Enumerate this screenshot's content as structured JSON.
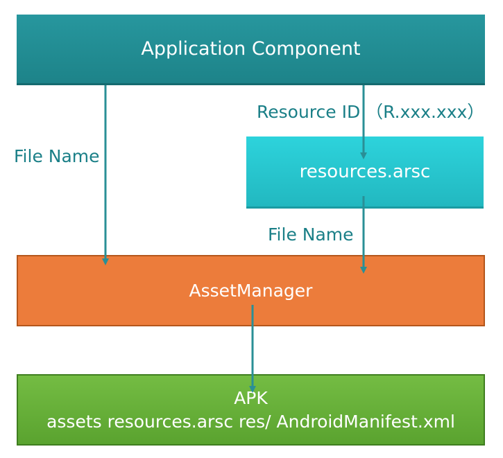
{
  "nodes": {
    "application_component": "Application Component",
    "resources_arsc": "resources.arsc",
    "asset_manager": "AssetManager",
    "apk_title": "APK",
    "apk_contents": "assets resources.arsc res/ AndroidManifest.xml"
  },
  "edges": {
    "file_name_left": "File Name",
    "resource_id": "Resource ID （R.xxx.xxx）",
    "file_name_mid": "File Name"
  },
  "colors": {
    "application_component": "#1f8b91",
    "resources_arsc": "#28c7cf",
    "asset_manager": "#ec7c3b",
    "apk": "#66b13a",
    "connector": "#2a8f96",
    "label_text": "#1a7f87"
  }
}
